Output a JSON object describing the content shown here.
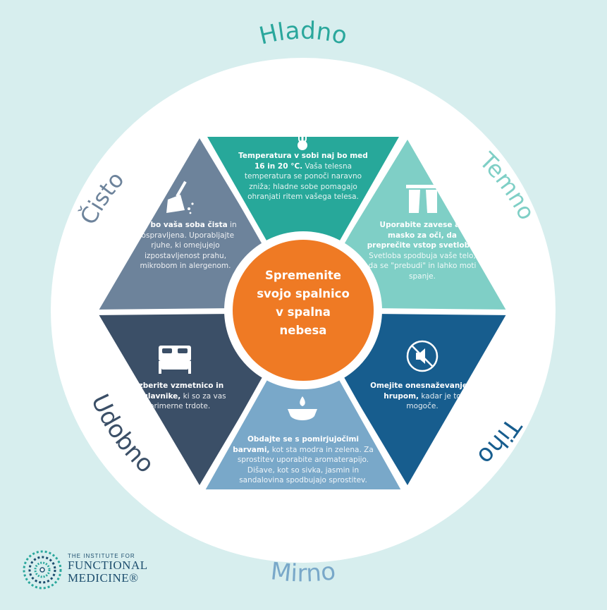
{
  "center": {
    "lines": [
      "Spremenite",
      "svojo spalnico",
      "v spalna",
      "nebesa"
    ]
  },
  "ring_labels": {
    "top": "Hladno",
    "top_right": "Temno",
    "bottom_right": "Tiho",
    "bottom": "Mirno",
    "bottom_left": "Udobno",
    "top_left": "Čisto"
  },
  "segments": {
    "hladno": {
      "icon": "thermometer-icon",
      "bold": "Temperatura v sobi naj bo med 16 in 20 °C.",
      "rest": "Vaša telesna temperatura se ponoči naravno zniža; hladne sobe pomagajo ohranjati ritem vašega telesa.",
      "color": "#27a89a"
    },
    "temno": {
      "icon": "curtains-icon",
      "bold": "Uporabite zavese ali masko za oči, da preprečite vstop svetlobe.",
      "rest": "Svetloba spodbuja vaše telo, da se \"prebudi\" in lahko moti spanje.",
      "color": "#7fcfc6"
    },
    "tiho": {
      "icon": "mute-icon",
      "bold": "Omejite onesnaževanje s hrupom,",
      "rest": "kadar je to mogoče.",
      "color": "#175d8e"
    },
    "mirno": {
      "icon": "candle-icon",
      "bold": "Obdajte se s pomirjujočimi barvami,",
      "rest": "kot sta modra in zelena. Za sprostitev uporabite aromaterapijo. Dišave, kot so sivka, jasmin in sandalovina spodbujajo sprostitev.",
      "color": "#79a8c9"
    },
    "udobno": {
      "icon": "bed-icon",
      "bold": "Izberite vzmetnico in vzglavnike,",
      "rest": "ki so za vas primerne trdote.",
      "color": "#3b4f67"
    },
    "cisto": {
      "icon": "broom-icon",
      "bold": "Naj bo vaša soba čista",
      "rest": "in pospravljena. Uporabljajte rjuhe, ki omejujejo izpostavljenost prahu, mikrobom in alergenom.",
      "color": "#6d839b"
    }
  },
  "colors": {
    "background": "#d7eeee",
    "ring": "#ffffff",
    "ring_text": "#2aa79c",
    "ring_text_dark": "#1b4764",
    "center": "#ef7a24"
  },
  "logo": {
    "line1": "THE INSTITUTE FOR",
    "line2": "FUNCTIONAL",
    "line3": "MEDICINE®"
  }
}
